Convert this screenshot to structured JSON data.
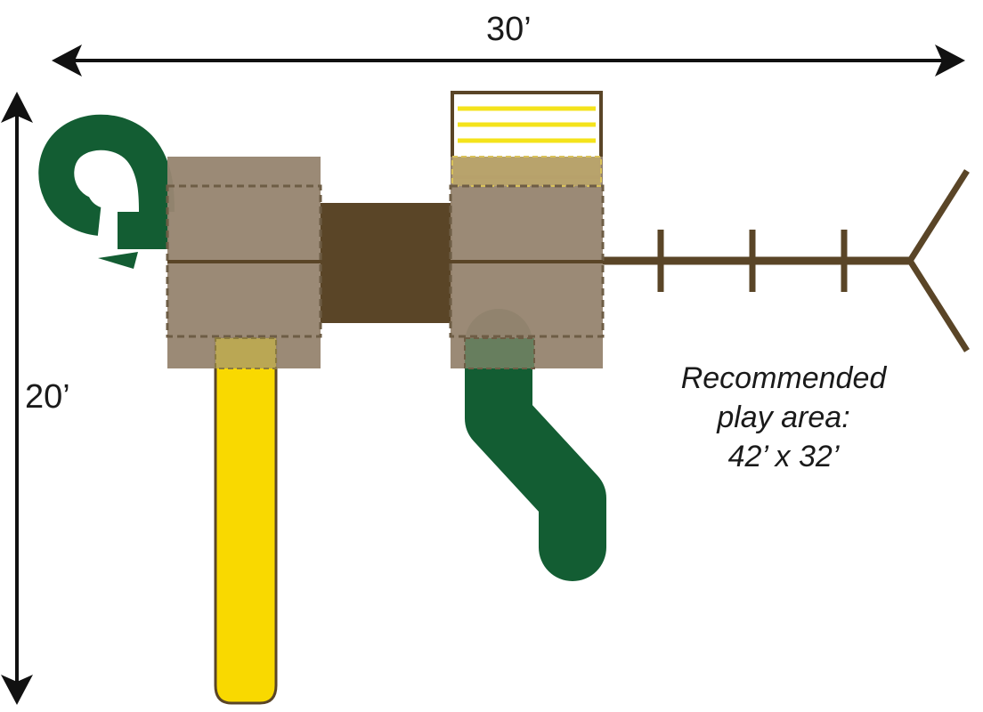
{
  "dimensions": {
    "width_label": "30’",
    "height_label": "20’"
  },
  "play_area": {
    "line1": "Recommended",
    "line2": "play area:",
    "line3": "42’ x 32’"
  },
  "colors": {
    "deck": "#978570",
    "deck_border": "#7a6a52",
    "bridge": "#5a4527",
    "wood": "#5a4527",
    "slide_yellow": "#f9d900",
    "slide_green": "#135d33",
    "arrow": "#111111",
    "text": "#1a1a1a"
  }
}
